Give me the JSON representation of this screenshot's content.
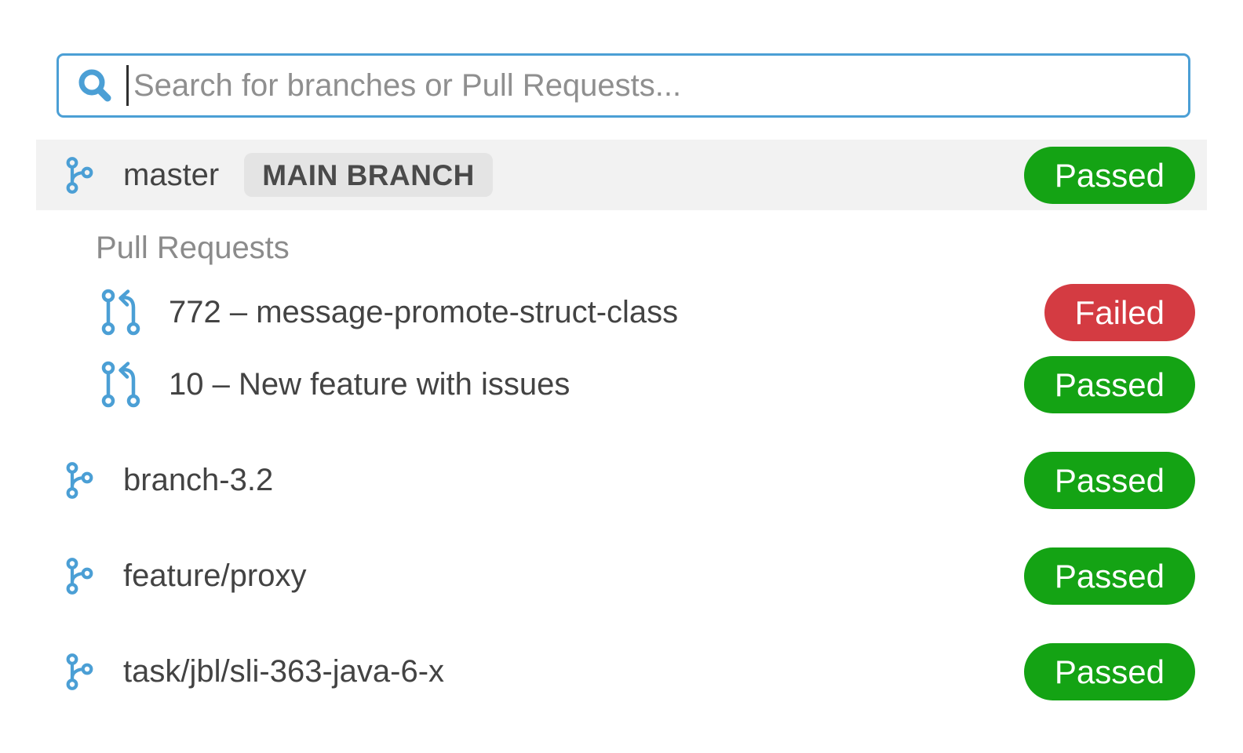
{
  "search": {
    "placeholder": "Search for branches or Pull Requests...",
    "value": ""
  },
  "colors": {
    "accent_blue": "#4b9fd5",
    "passed_green": "#14a314",
    "failed_red": "#d43b42",
    "selected_row_bg": "#f2f2f2",
    "main_branch_badge_bg": "#e4e4e4",
    "text_dark": "#434343",
    "text_muted": "#8b8b8b",
    "placeholder_gray": "#8f8f8f"
  },
  "main_branch": {
    "name": "master",
    "badge": "MAIN BRANCH",
    "status": "Passed"
  },
  "sections": {
    "pull_requests_label": "Pull Requests"
  },
  "pull_requests": [
    {
      "title": "772 – message-promote-struct-class",
      "status": "Failed"
    },
    {
      "title": "10 – New feature with issues",
      "status": "Passed"
    }
  ],
  "branches": [
    {
      "name": "branch-3.2",
      "status": "Passed"
    },
    {
      "name": "feature/proxy",
      "status": "Passed"
    },
    {
      "name": "task/jbl/sli-363-java-6-x",
      "status": "Passed"
    }
  ]
}
